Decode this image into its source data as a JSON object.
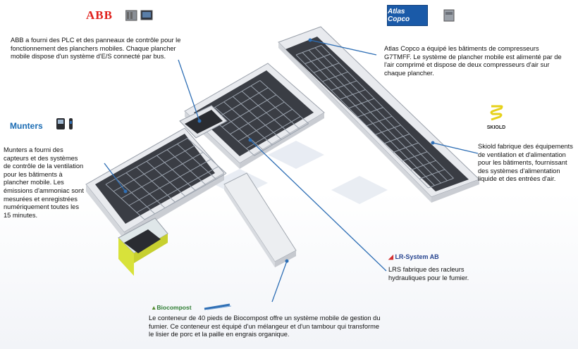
{
  "logos": {
    "abb": "ABB",
    "atlas_copco": "Atlas Copco",
    "munters": "Munters",
    "skiold": "SKIOLD",
    "lr_system": "LR-System AB",
    "biocompost": "Biocompost"
  },
  "callouts": {
    "abb": "ABB a fourni des PLC et des panneaux de contrôle pour le fonctionnement des planchers mobiles. Chaque plancher mobile dispose d'un système d'E/S connecté par bus.",
    "atlas_copco": "Atlas Copco a équipé les bâtiments de compresseurs G7TMFF. Le système de plancher mobile est alimenté par de l'air comprimé et dispose de deux compresseurs d'air sur chaque plancher.",
    "munters": "Munters a fourni des capteurs et des systèmes de contrôle de la ventilation pour les bâtiments à plancher mobile. Les émissions d'ammoniac sont mesurées et enregistrées numériquement toutes les 15 minutes.",
    "skiold": "Skiold fabrique des équipements de ventilation et d'alimentation pour les bâtiments, fournissant des systèmes d'alimentation liquide et des entrées d'air.",
    "lrs": "LRS fabrique des racleurs hydrauliques pour le fumier.",
    "biocompost": "Le conteneur de 40 pieds de Biocompost offre un système mobile de gestion du fumier. Ce conteneur est équipé d'un mélangeur et d'un tambour qui transforme le lisier de porc et la paille en engrais organique."
  },
  "colors": {
    "leader_line": "#2f6fb5",
    "wall": "#e4e6ea",
    "floor": "#3a3d44",
    "accent_yellow": "#d8e23a",
    "watermark": "#c9d3e3"
  },
  "icons": [
    "plc-panel-icon",
    "compressor-icon",
    "sensor-icon",
    "skiold-emblem-icon",
    "lrs-triangle-icon",
    "scraper-icon"
  ]
}
